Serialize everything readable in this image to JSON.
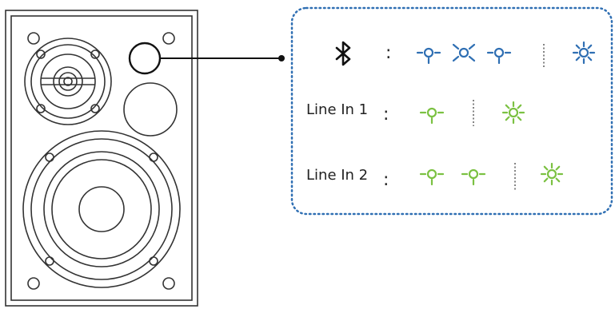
{
  "colors": {
    "bluetooth": "#2f6fb3",
    "line_in": "#7bc142",
    "outline": "#333333",
    "callout_border": "#2f6fb3"
  },
  "speaker": {
    "parts": [
      "speaker-cabinet",
      "tweeter",
      "woofer",
      "port",
      "indicator-led"
    ]
  },
  "legend": {
    "rows": [
      {
        "label": "",
        "label_icon": "bluetooth-icon",
        "separator": ":",
        "color_key": "bluetooth",
        "patterns": [
          "blink-slow",
          "blink-fast",
          "blink-slow"
        ],
        "solid": "steady-on"
      },
      {
        "label": "Line In 1",
        "separator": ":",
        "color_key": "line_in",
        "patterns": [
          "blink-slow"
        ],
        "solid": "steady-on"
      },
      {
        "label": "Line In 2",
        "separator": ":",
        "color_key": "line_in",
        "patterns": [
          "blink-slow",
          "blink-slow"
        ],
        "solid": "steady-on"
      }
    ]
  }
}
